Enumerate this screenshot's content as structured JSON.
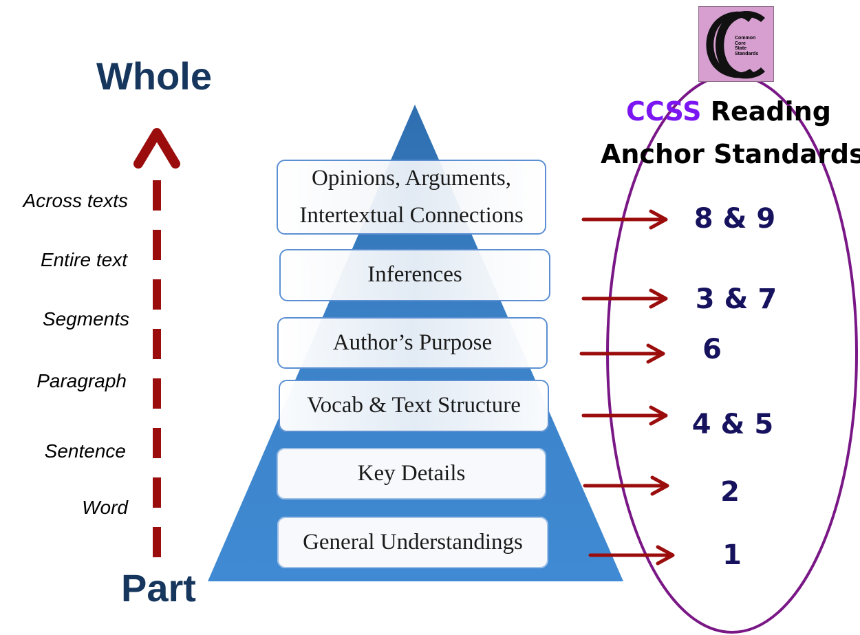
{
  "scale": {
    "top_label": "Whole",
    "bottom_label": "Part",
    "levels": [
      "Across texts",
      "Entire text",
      "Segments",
      "Paragraph",
      "Sentence",
      "Word"
    ]
  },
  "pyramid": {
    "tiers": [
      {
        "lines": [
          "Opinions, Arguments,",
          "Intertextual Connections"
        ],
        "standards": "8 & 9"
      },
      {
        "lines": [
          "Inferences"
        ],
        "standards": "3 & 7"
      },
      {
        "lines": [
          "Author’s Purpose"
        ],
        "standards": "6"
      },
      {
        "lines": [
          "Vocab & Text Structure"
        ],
        "standards": "4 & 5"
      },
      {
        "lines": [
          "Key Details"
        ],
        "standards": "2"
      },
      {
        "lines": [
          "General Understandings"
        ],
        "standards": "1"
      }
    ]
  },
  "standards_panel": {
    "title_acronym": "CCSS",
    "title_rest_line1": " Reading",
    "title_line2": "Anchor Standards",
    "logo": {
      "text_lines": [
        "Common",
        "Core",
        "State",
        "Standards"
      ]
    }
  },
  "colors": {
    "arrow_red": "#9b0d0d",
    "pyramid_blue": "#3b82c8",
    "ellipse_purple": "#7a1786",
    "acronym_purple": "#7b16f2",
    "heading_navy": "#16365d",
    "standard_navy": "#16125e"
  }
}
